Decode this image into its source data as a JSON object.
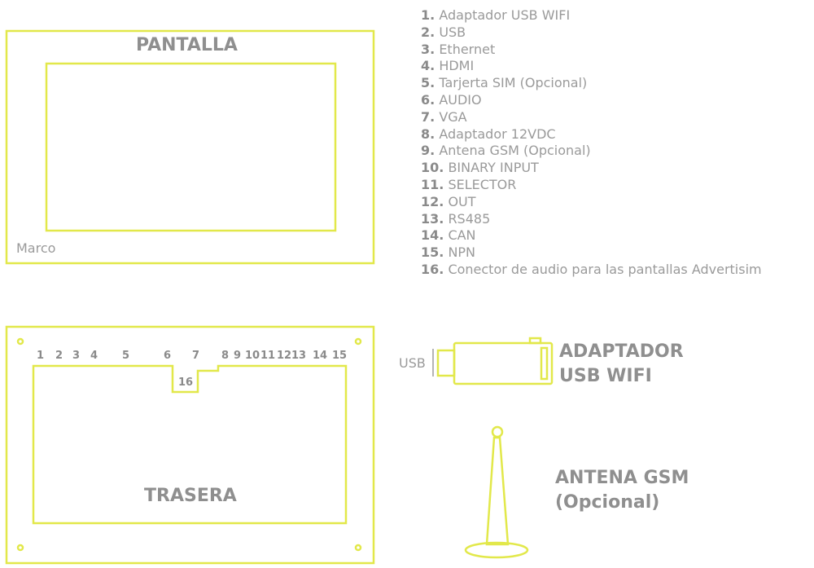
{
  "front": {
    "title": "PANTALLA",
    "frame_label": "Marco"
  },
  "back": {
    "title": "TRASERA",
    "ports": [
      "1",
      "2",
      "3",
      "4",
      "5",
      "6",
      "7",
      "8",
      "9",
      "10",
      "11",
      "12",
      "13",
      "14",
      "15",
      "16"
    ]
  },
  "legend": [
    {
      "num": "1.",
      "text": "Adaptador USB WIFI"
    },
    {
      "num": "2.",
      "text": "USB"
    },
    {
      "num": "3.",
      "text": "Ethernet"
    },
    {
      "num": "4.",
      "text": "HDMI"
    },
    {
      "num": "5.",
      "text": "Tarjerta SIM (Opcional)"
    },
    {
      "num": "6.",
      "text": "AUDIO"
    },
    {
      "num": "7.",
      "text": "VGA"
    },
    {
      "num": "8.",
      "text": "Adaptador 12VDC"
    },
    {
      "num": "9.",
      "text": "Antena GSM (Opcional)"
    },
    {
      "num": "10.",
      "text": "BINARY INPUT"
    },
    {
      "num": "11.",
      "text": "SELECTOR"
    },
    {
      "num": "12.",
      "text": "OUT"
    },
    {
      "num": "13.",
      "text": "RS485"
    },
    {
      "num": "14.",
      "text": "CAN"
    },
    {
      "num": "15.",
      "text": "NPN"
    },
    {
      "num": "16.",
      "text": "Conector de audio para las pantallas Advertisim"
    }
  ],
  "usb_adapter": {
    "plug_label": "USB",
    "title_line1": "ADAPTADOR",
    "title_line2": "USB WIFI"
  },
  "antenna": {
    "title_line1": "ANTENA GSM",
    "title_line2": "(Opcional)"
  },
  "colors": {
    "outline": "#e2e84a",
    "text": "#9a9a9a",
    "text_bold": "#8a8a8a"
  }
}
